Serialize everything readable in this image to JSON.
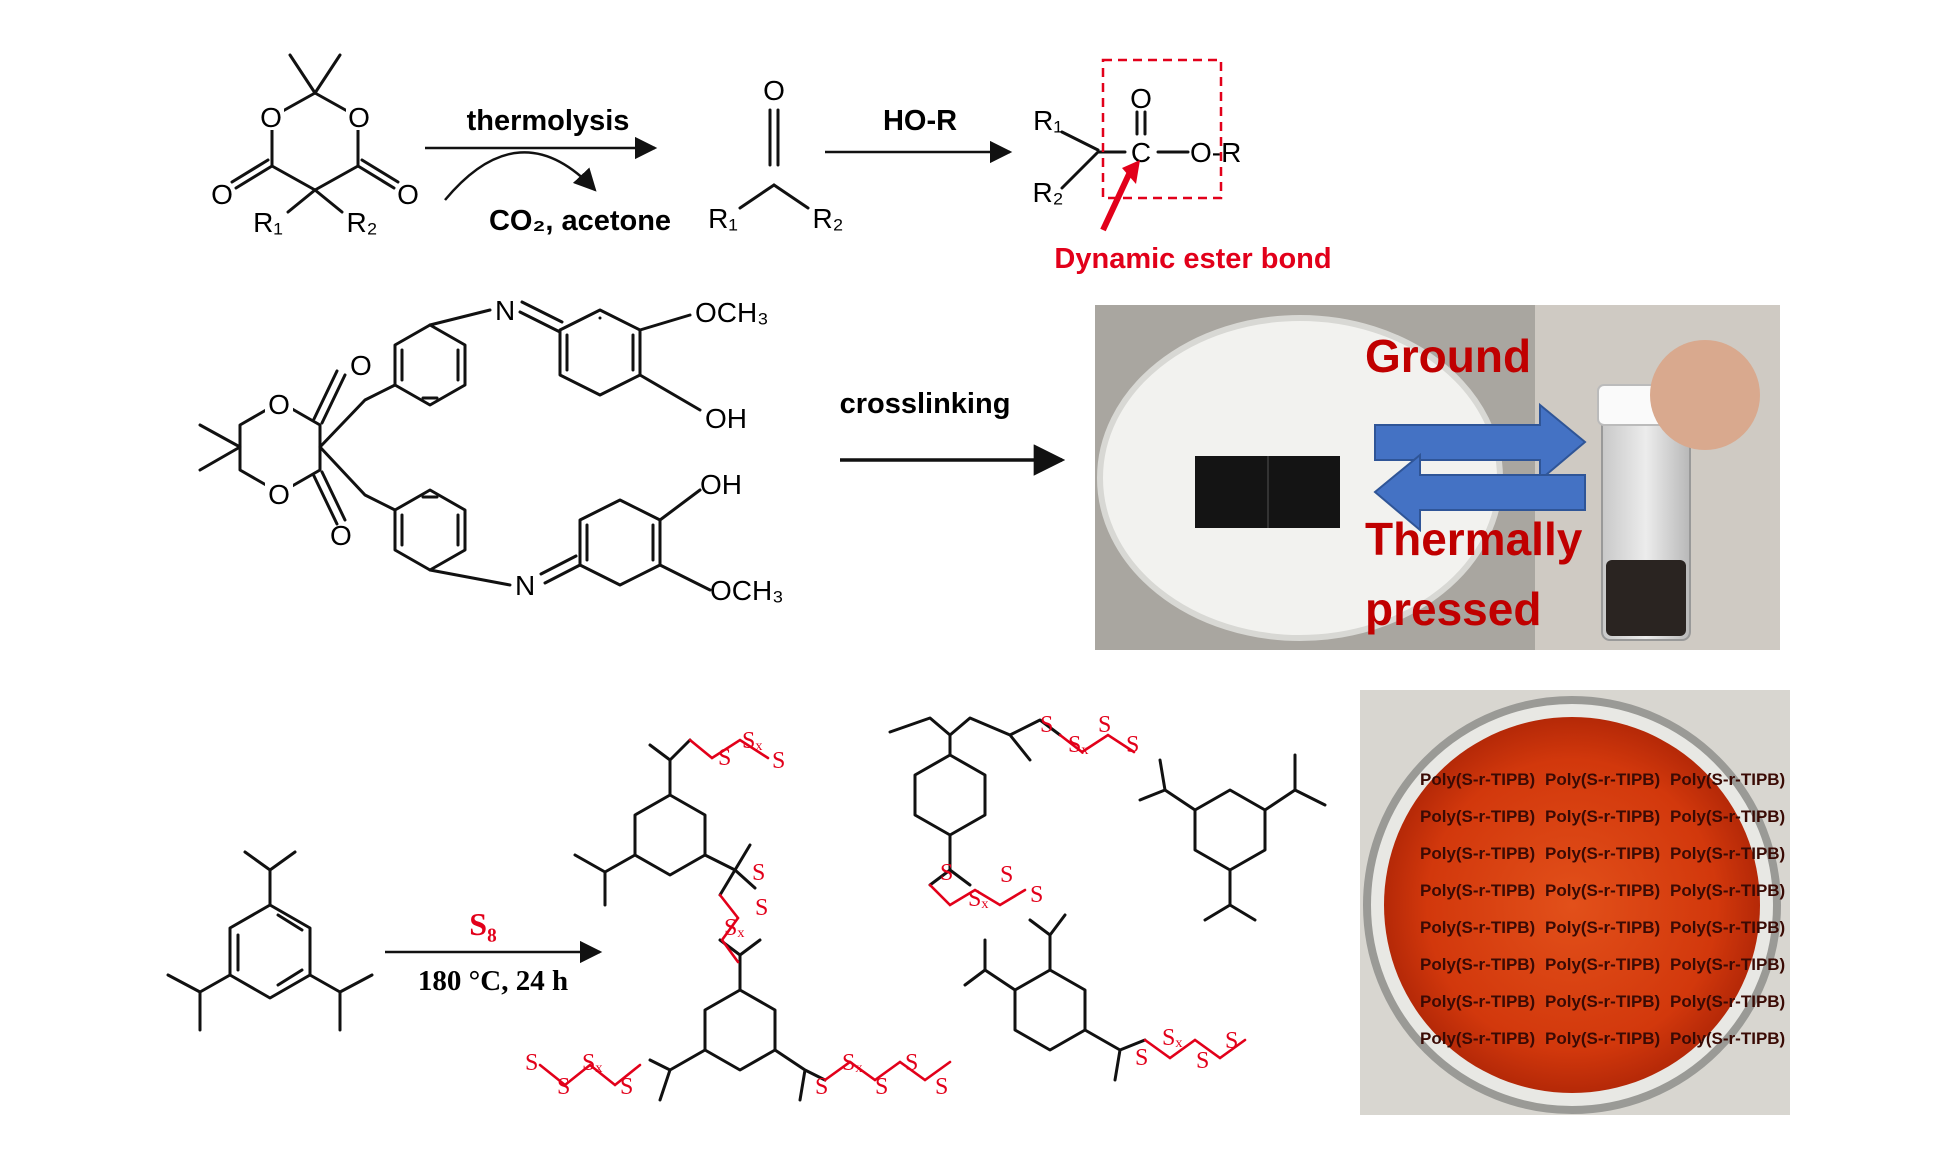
{
  "scheme1": {
    "arrow1_top": "thermolysis",
    "arrow1_bottom": "CO₂, acetone",
    "arrow2_top": "HO-R",
    "annotation": "Dynamic ester bond",
    "labels": {
      "o": "O",
      "c": "C",
      "r1": "R₁",
      "r2": "R₂",
      "or": "O-R"
    }
  },
  "scheme2": {
    "arrow_label": "crosslinking",
    "groups": {
      "methoxy": "OCH₃",
      "hydroxyl": "OH",
      "imine_n": "N",
      "o": "O"
    },
    "photo": {
      "forward_label": "Ground",
      "reverse_label_line1": "Thermally",
      "reverse_label_line2": "pressed"
    }
  },
  "scheme3": {
    "reagent": "S₈",
    "conditions": "180 °C, 24 h",
    "sulfur": "S",
    "sulfur_x": "Sₓ",
    "photo": {
      "repeated_text": "Poly(S-r-TIPB)"
    }
  },
  "colors": {
    "red": "#e2001a",
    "dark_red": "#c00000",
    "arrow_blue": "#4472c4",
    "polymer_orange": "#d2380c"
  }
}
